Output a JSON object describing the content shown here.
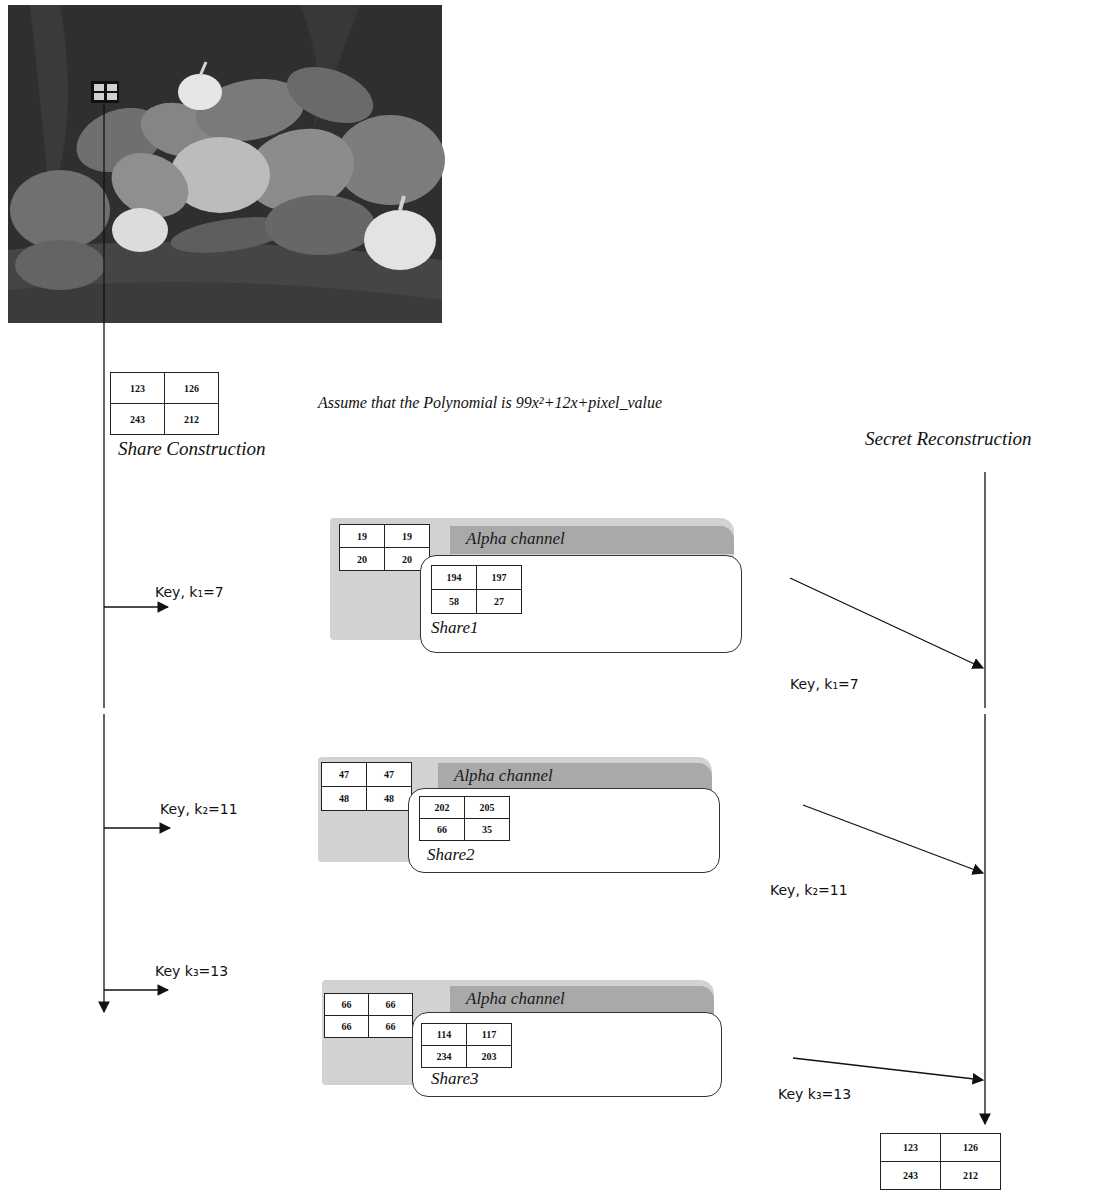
{
  "diagram": {
    "nodes": [
      {
        "text": [
          "123",
          "126",
          "243",
          "212"
        ]
      },
      {
        "text": [
          "Alpha channel"
        ]
      },
      {
        "text": [
          "19",
          "19",
          "20",
          "20"
        ],
        "in": 1
      },
      {
        "text": [
          "Share1"
        ]
      },
      {
        "text": [
          "194",
          "197",
          "58",
          "27"
        ],
        "in": 3
      },
      {
        "text": [
          "Alpha channel"
        ]
      },
      {
        "text": [
          "47",
          "47",
          "48",
          "48"
        ],
        "in": 5
      },
      {
        "text": [
          "Share2"
        ]
      },
      {
        "text": [
          "202",
          "205",
          "66",
          "35"
        ],
        "in": 7
      },
      {
        "text": [
          "Alpha channel"
        ]
      },
      {
        "text": [
          "66",
          "66",
          "66",
          "66"
        ],
        "in": 9
      },
      {
        "text": [
          "Share3"
        ]
      },
      {
        "text": [
          "114",
          "117",
          "234",
          "203"
        ],
        "in": 11
      },
      {
        "text": [
          "123",
          "126",
          "243",
          "212"
        ]
      }
    ],
    "labels": [
      "Share Construction",
      "Assume that the Polynomial is 99x²+12x+pixel_value",
      "Secret Reconstruction",
      "Key, k₁=7",
      "Key, k₁=7",
      "Key, k₂=11",
      "Key, k₂=11",
      "Key k₃=13",
      "Key k₃=13"
    ]
  }
}
